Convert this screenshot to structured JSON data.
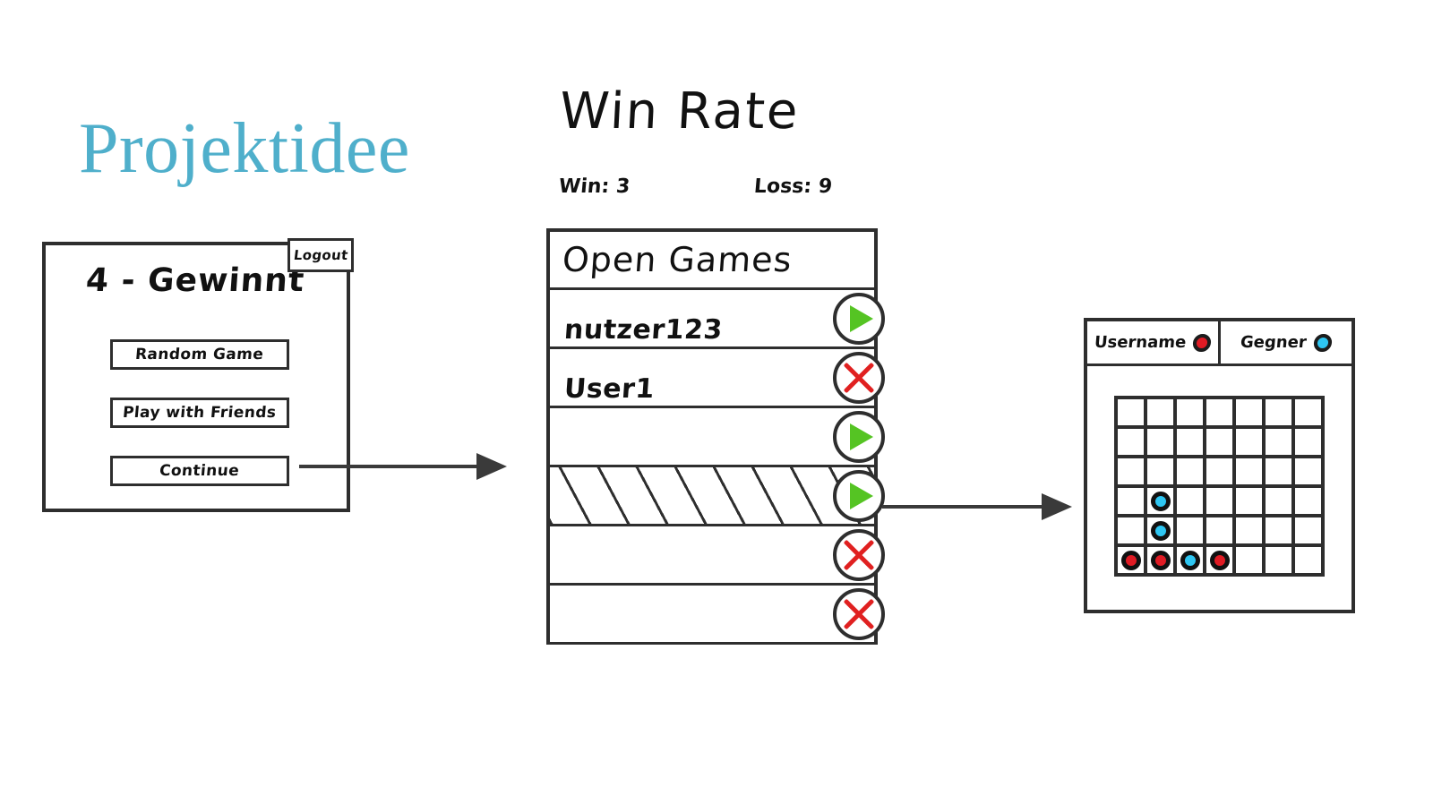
{
  "page": {
    "title": "Projektidee",
    "title_color": "#4fafcb"
  },
  "menu_screen": {
    "heading": "4 - Gewinnt",
    "logout_label": "Logout",
    "buttons": [
      {
        "label": "Random Game",
        "name": "random-game-button"
      },
      {
        "label": "Play with Friends",
        "name": "play-with-friends-button"
      },
      {
        "label": "Continue",
        "name": "continue-button"
      }
    ]
  },
  "lobby_screen": {
    "winrate_title": "Win Rate",
    "win_label": "Win: 3",
    "loss_label": "Loss: 9",
    "list_heading": "Open Games",
    "rows": [
      {
        "username": "nutzer123",
        "action": "play-icon",
        "selected": false
      },
      {
        "username": "User1",
        "action": "close-icon",
        "selected": false
      },
      {
        "username": "",
        "action": "play-icon",
        "selected": false
      },
      {
        "username": "",
        "action": "play-icon",
        "selected": true
      },
      {
        "username": "",
        "action": "close-icon",
        "selected": false
      },
      {
        "username": "",
        "action": "close-icon",
        "selected": false
      }
    ]
  },
  "board_screen": {
    "player_label": "Username",
    "player_color": "#e01b24",
    "opponent_label": "Gegner",
    "opponent_color": "#2ec6f2",
    "grid": {
      "columns": 7,
      "rows": 6,
      "cells": [
        [
          "",
          "",
          "",
          "",
          "",
          "",
          ""
        ],
        [
          "",
          "",
          "",
          "",
          "",
          "",
          ""
        ],
        [
          "",
          "",
          "",
          "",
          "",
          "",
          ""
        ],
        [
          "",
          "cyan",
          "",
          "",
          "",
          "",
          ""
        ],
        [
          "",
          "cyan",
          "",
          "",
          "",
          "",
          ""
        ],
        [
          "red",
          "red",
          "cyan",
          "red",
          "",
          "",
          ""
        ]
      ]
    }
  },
  "flow": {
    "arrow_1": "arrow-right-icon",
    "arrow_2": "arrow-right-icon"
  }
}
